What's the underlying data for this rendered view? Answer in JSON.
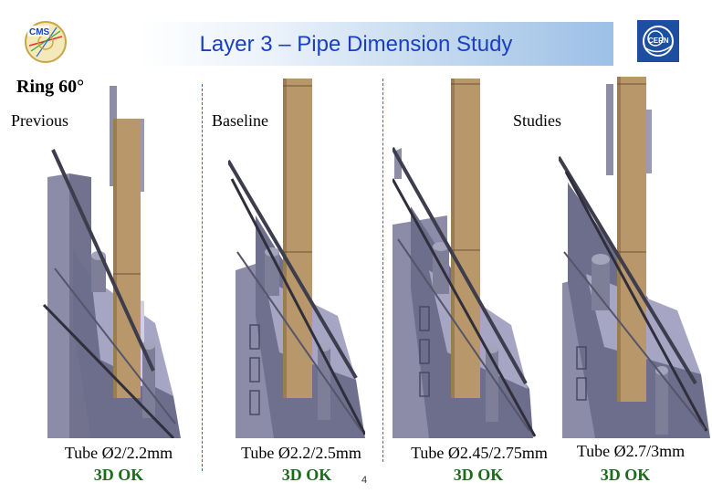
{
  "header": {
    "title": "Layer 3 – Pipe Dimension Study"
  },
  "section": {
    "ring_label": "Ring 60°"
  },
  "columns": {
    "previous": "Previous",
    "baseline": "Baseline",
    "studies": "Studies"
  },
  "panels": [
    {
      "caption": "Tube Ø2/2.2mm",
      "status": "3D OK"
    },
    {
      "caption": "Tube Ø2.2/2.5mm",
      "status": "3D OK"
    },
    {
      "caption": "Tube Ø2.45/2.75mm",
      "status": "3D OK"
    },
    {
      "caption": "Tube Ø2.7/3mm",
      "status": "3D OK"
    }
  ],
  "footer": {
    "page_number": "4"
  },
  "colors": {
    "title_text": "#1a3fbf",
    "status_ok": "#1d6a1d",
    "divider": "#2e6fb0",
    "wood": "#b8976a",
    "metal": "#7e7e98"
  }
}
